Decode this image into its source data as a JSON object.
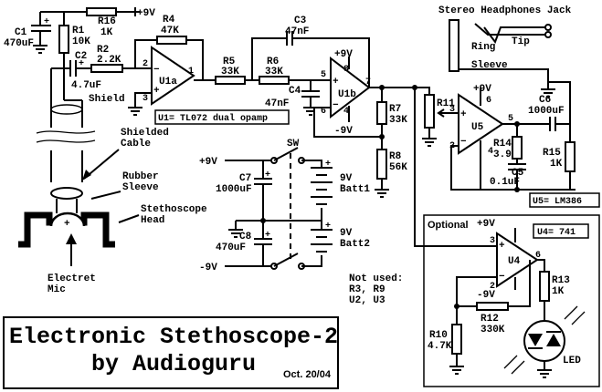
{
  "title": {
    "line1": "Electronic Stethoscope-2",
    "line2": "by Audioguru",
    "date": "Oct. 20/04"
  },
  "supply": {
    "pos": "+9V",
    "neg": "-9V",
    "pos_short": "+9V",
    "neg_short": "-9V"
  },
  "components": {
    "C1": {
      "ref": "C1",
      "value": "470uF"
    },
    "C2": {
      "ref": "C2",
      "value": "4.7uF"
    },
    "C3": {
      "ref": "C3",
      "value": "47nF"
    },
    "C4": {
      "ref": "C4",
      "value": "47nF"
    },
    "C5": {
      "ref": "C5",
      "value": "0.1uF"
    },
    "C6": {
      "ref": "C6",
      "value": "1000uF"
    },
    "C7": {
      "ref": "C7",
      "value": "1000uF"
    },
    "C8": {
      "ref": "C8",
      "value": "470uF"
    },
    "R1": {
      "ref": "R1",
      "value": "10K"
    },
    "R2": {
      "ref": "R2",
      "value": "2.2K"
    },
    "R4": {
      "ref": "R4",
      "value": "47K"
    },
    "R5": {
      "ref": "R5",
      "value": "33K"
    },
    "R6": {
      "ref": "R6",
      "value": "33K"
    },
    "R7": {
      "ref": "R7",
      "value": "33K"
    },
    "R8": {
      "ref": "R8",
      "value": "56K"
    },
    "R10": {
      "ref": "R10",
      "value": "4.7K"
    },
    "R11": {
      "ref": "R11",
      "value": ""
    },
    "R12": {
      "ref": "R12",
      "value": "330K"
    },
    "R13": {
      "ref": "R13",
      "value": "1K"
    },
    "R14": {
      "ref": "R14",
      "value": "3.9"
    },
    "R15": {
      "ref": "R15",
      "value": "1K"
    },
    "R16": {
      "ref": "R16",
      "value": "1K"
    }
  },
  "ics": {
    "U1a": "U1a",
    "U1b": "U1b",
    "U4": "U4",
    "U5": "U5",
    "u1_note": "U1= TL072 dual opamp",
    "u5_note": "U5= LM386",
    "u4_note": "U4= 741"
  },
  "pins": {
    "u1a": [
      "2",
      "3",
      "1"
    ],
    "u1b": [
      "5",
      "6",
      "7",
      "8",
      "4"
    ],
    "u5": [
      "3",
      "2",
      "5",
      "6",
      "4"
    ],
    "u4": [
      "3",
      "2",
      "6"
    ]
  },
  "labels": {
    "shield": "Shield",
    "jack": "Stereo Headphones Jack",
    "ring": "Ring",
    "tip": "Tip",
    "sleeve": "Sleeve",
    "shielded_cable": [
      "Shielded",
      "Cable"
    ],
    "rubber_sleeve": [
      "Rubber",
      "Sleeve"
    ],
    "stethoscope_head": [
      "Stethoscope",
      "Head"
    ],
    "electret_mic": [
      "Electret",
      "Mic"
    ],
    "sw": "SW",
    "batt1": [
      "9V",
      "Batt1"
    ],
    "batt2": [
      "9V",
      "Batt2"
    ],
    "not_used": [
      "Not used:",
      "R3, R9",
      "U2, U3"
    ],
    "optional": "Optional",
    "led": "LED"
  }
}
